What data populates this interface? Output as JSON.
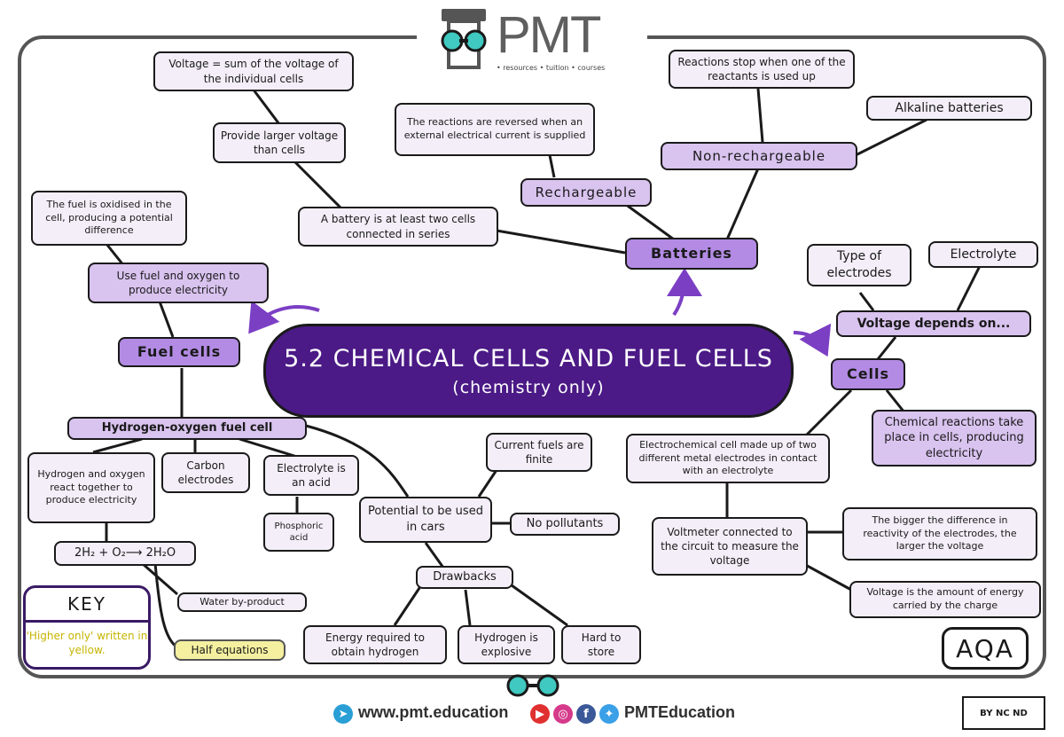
{
  "logo": {
    "text": "PMT",
    "tagline": "• resources • tuition • courses"
  },
  "title": {
    "main": "5.2 CHEMICAL CELLS AND FUEL CELLS",
    "sub": "(chemistry only)"
  },
  "fuel_cells": {
    "label": "Fuel cells",
    "fuel_oxidised": "The fuel is oxidised in the cell, producing a potential difference",
    "use_fuel": "Use fuel and oxygen to produce electricity",
    "hydrogen_oxygen": "Hydrogen-oxygen fuel cell",
    "react": "Hydrogen and oxygen react together to produce electricity",
    "carbon": "Carbon electrodes",
    "electrolyte_acid": "Electrolyte is an acid",
    "phosphoric": "Phosphoric acid",
    "equation": "2H₂ + O₂⟶ 2H₂O",
    "water": "Water by-product",
    "half": "Half equations",
    "potential_cars": "Potential to be used in cars",
    "finite": "Current fuels are finite",
    "no_pollutants": "No pollutants",
    "drawbacks": "Drawbacks",
    "energy": "Energy required to obtain hydrogen",
    "explosive": "Hydrogen is explosive",
    "hard": "Hard to store"
  },
  "batteries": {
    "label": "Batteries",
    "voltage_sum": "Voltage = sum of the voltage of the individual cells",
    "larger": "Provide larger voltage than cells",
    "series": "A battery is at least two cells connected in series",
    "reversed": "The reactions are reversed when an external electrical current is supplied",
    "rechargeable": "Rechargeable",
    "stop": "Reactions stop when one of the reactants is used up",
    "alkaline": "Alkaline batteries",
    "nonrecharge": "Non-rechargeable"
  },
  "cells": {
    "label": "Cells",
    "type_electrodes": "Type of electrodes",
    "electrolyte": "Electrolyte",
    "depends": "Voltage depends on...",
    "chemical": "Chemical reactions take place in cells, producing electricity",
    "electrochemical": "Electrochemical cell made up of two different metal electrodes in contact with an electrolyte",
    "voltmeter": "Voltmeter connected to the circuit to measure the voltage",
    "bigger": "The bigger the difference in reactivity of the electrodes, the larger the voltage",
    "amount": "Voltage is the amount of energy carried by the charge"
  },
  "key": {
    "title": "KEY",
    "body": "'Higher only' written in yellow."
  },
  "board": "AQA",
  "footer": {
    "website": "www.pmt.education",
    "social": "PMTEducation",
    "license": "BY NC ND"
  },
  "colors": {
    "title_bg": "#4b1a86",
    "dark_node": "#b38be4",
    "mid_node": "#d9c3ef",
    "light_node": "#f3eef8",
    "arrow": "#7b3fc4",
    "yellow": "#c6b400"
  }
}
